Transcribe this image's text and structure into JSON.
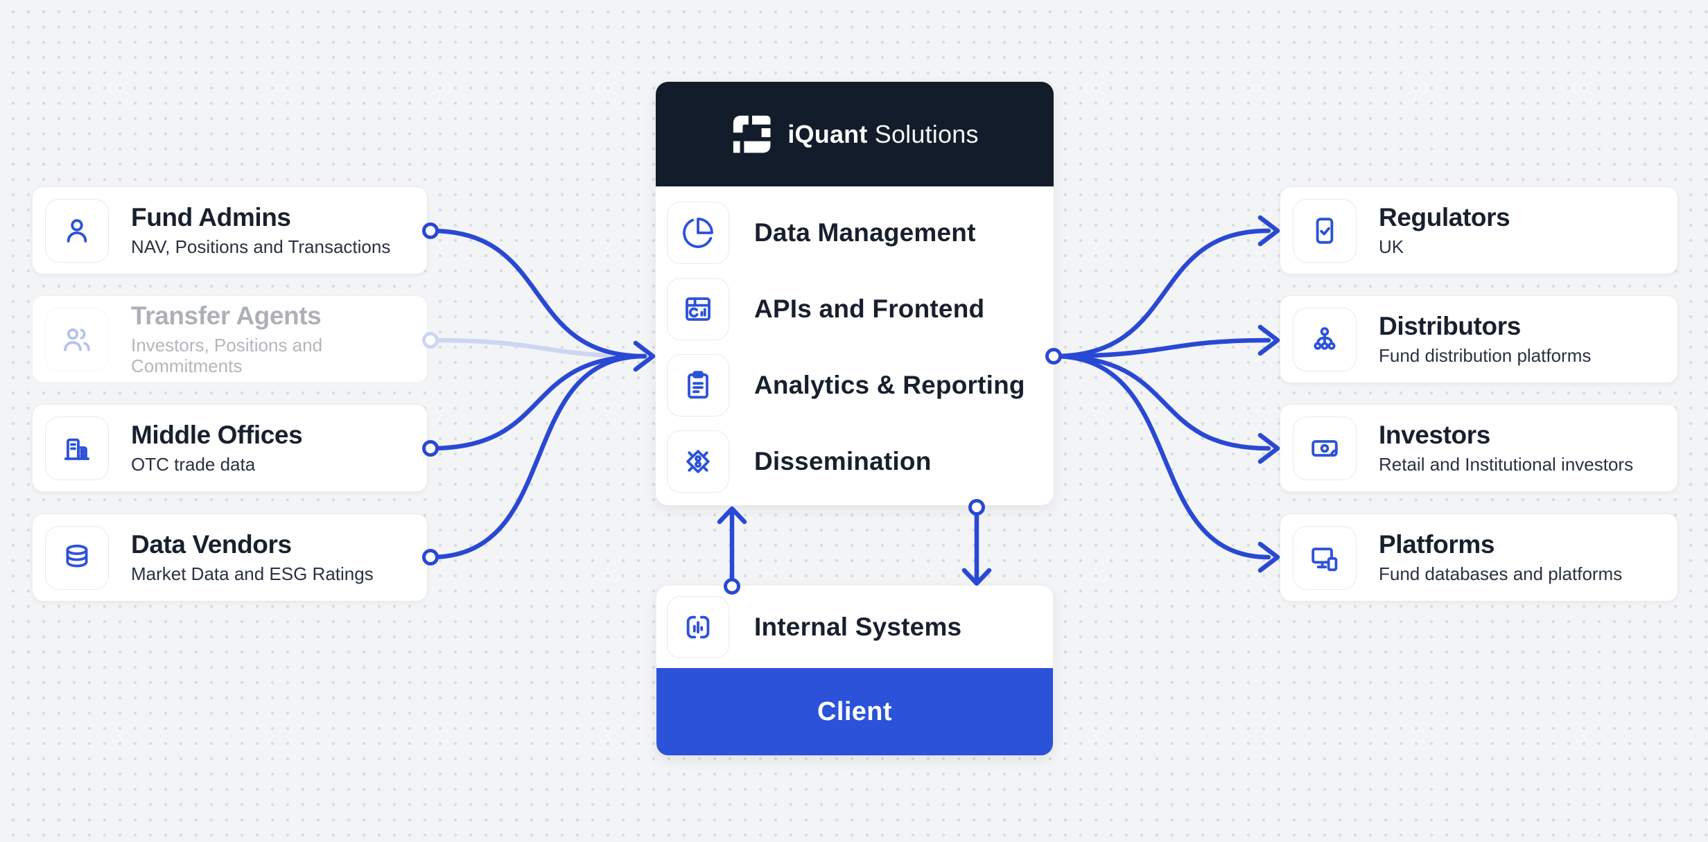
{
  "brand": {
    "name_bold": "iQuant",
    "name_light": "Solutions",
    "logo_icon": "iquant-logo"
  },
  "colors": {
    "bg": "#f3f4f6",
    "dot": "#d8dbe0",
    "header_dark": "#131c2b",
    "accent_blue": "#2b52d9",
    "connector_blue": "#2948d3",
    "connector_faded": "#ccd6f3",
    "title_dark": "#18202e"
  },
  "center": {
    "items": [
      {
        "label": "Data Management",
        "icon": "pie-chart-icon"
      },
      {
        "label": "APIs and Frontend",
        "icon": "dashboard-icon"
      },
      {
        "label": "Analytics & Reporting",
        "icon": "clipboard-icon"
      },
      {
        "label": "Dissemination",
        "icon": "chip-icon"
      }
    ]
  },
  "internal": {
    "label": "Internal Systems",
    "icon": "bar-chart-bracket-icon"
  },
  "client": {
    "label": "Client"
  },
  "left_cards": [
    {
      "title": "Fund Admins",
      "subtitle": "NAV, Positions and Transactions",
      "icon": "user-icon",
      "state": "active"
    },
    {
      "title": "Transfer Agents",
      "subtitle": "Investors, Positions and Commitments",
      "icon": "users-icon",
      "state": "inactive"
    },
    {
      "title": "Middle Offices",
      "subtitle": "OTC trade data",
      "icon": "building-icon",
      "state": "active"
    },
    {
      "title": "Data Vendors",
      "subtitle": "Market Data and ESG Ratings",
      "icon": "database-icon",
      "state": "active"
    }
  ],
  "right_cards": [
    {
      "title": "Regulators",
      "subtitle": "UK",
      "icon": "check-document-icon"
    },
    {
      "title": "Distributors",
      "subtitle": "Fund distribution platforms",
      "icon": "hierarchy-icon"
    },
    {
      "title": "Investors",
      "subtitle": "Retail and Institutional investors",
      "icon": "banknote-icon"
    },
    {
      "title": "Platforms",
      "subtitle": "Fund databases and platforms",
      "icon": "devices-icon"
    }
  ],
  "connections": {
    "inputs_to_center": [
      "Fund Admins",
      "Transfer Agents (inactive)",
      "Middle Offices",
      "Data Vendors"
    ],
    "center_to_outputs": [
      "Regulators",
      "Distributors",
      "Investors",
      "Platforms"
    ],
    "internal_to_center": "arrow-up",
    "center_to_internal": "arrow-down"
  }
}
